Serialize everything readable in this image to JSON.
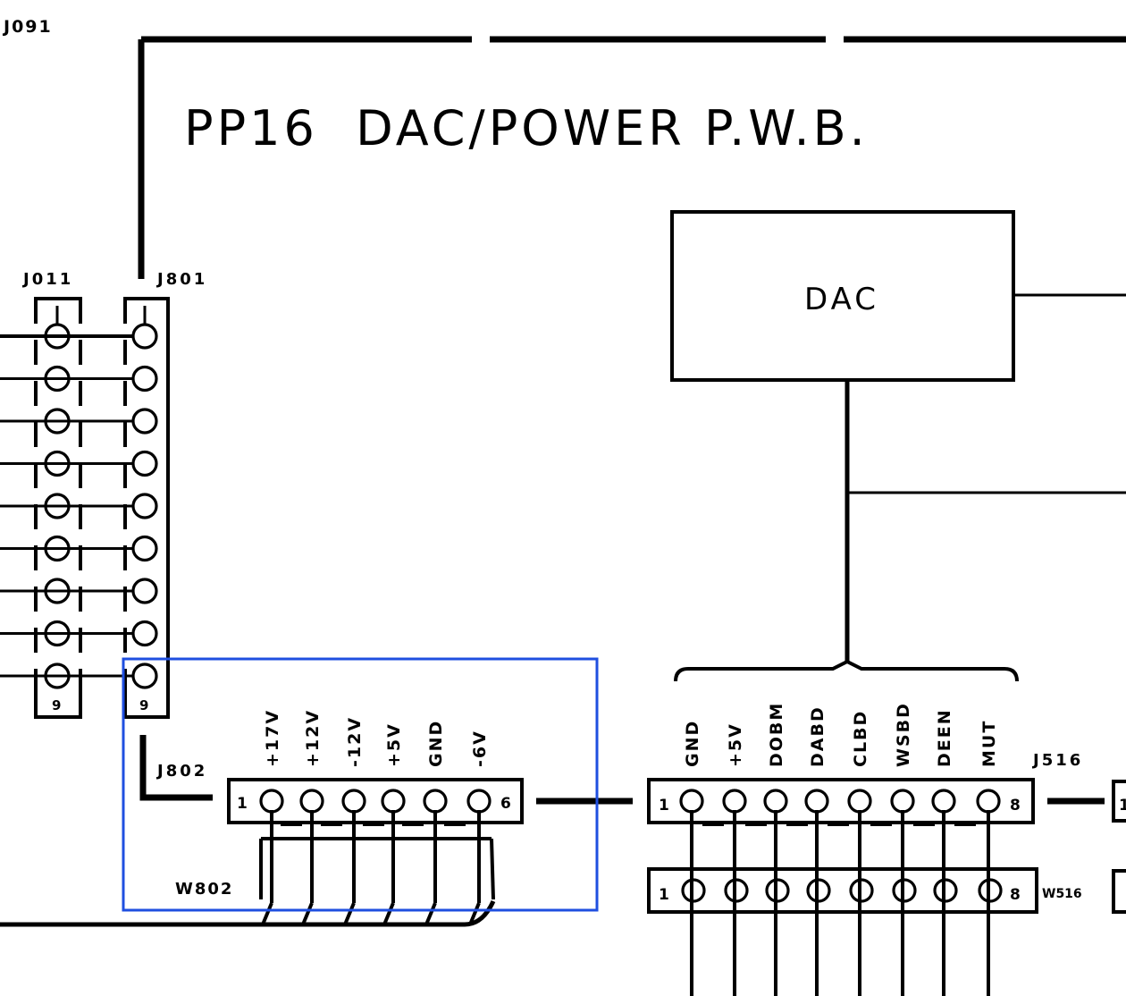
{
  "title": "PP16  DAC/POWER P.W.B.",
  "colors": {
    "ink": "#000000",
    "paper": "#ffffff",
    "highlight": "#1f4fe0"
  },
  "connectors": {
    "j091": {
      "label": "J091"
    },
    "j011": {
      "label": "J011",
      "pin_count": 9,
      "last_pin_label": "9"
    },
    "j801": {
      "label": "J801",
      "pin_count": 9,
      "last_pin_label": "9"
    },
    "j802": {
      "label": "J802",
      "first_pin_label": "1",
      "last_pin_label": "6",
      "signals": [
        "+17V",
        "+12V",
        "-12V",
        "+5V",
        "GND",
        "-6V"
      ]
    },
    "w802": {
      "label": "W802"
    },
    "j516": {
      "label": "J516",
      "first_pin_label": "1",
      "last_pin_label": "8",
      "signals": [
        "GND",
        "+5V",
        "DOBM",
        "DABD",
        "CLBD",
        "WSBD",
        "DEEN",
        "MUT"
      ]
    },
    "w516": {
      "label": "W516",
      "first_pin_label": "1",
      "last_pin_label": "8"
    },
    "offpage_right_pin_label": "1"
  },
  "blocks": {
    "dac": {
      "label": "DAC"
    }
  },
  "highlight_region": {
    "target": "J802 / W802 power connector"
  }
}
